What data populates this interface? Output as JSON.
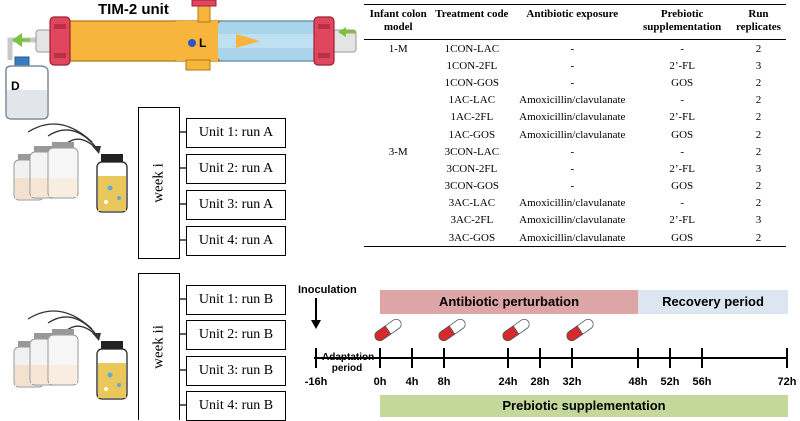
{
  "tim2": {
    "title": "TIM-2 unit",
    "label_l": "L",
    "label_d": "D"
  },
  "weeks": [
    {
      "label": "week i",
      "units": [
        "Unit 1: run A",
        "Unit 2: run A",
        "Unit 3: run A",
        "Unit 4: run A"
      ]
    },
    {
      "label": "week ii",
      "units": [
        "Unit 1: run B",
        "Unit 2: run B",
        "Unit 3: run B",
        "Unit 4: run B"
      ]
    }
  ],
  "table": {
    "headers": [
      "Infant colon model",
      "Treatment code",
      "Antibiotic exposure",
      "Prebiotic supplementation",
      "Run replicates"
    ],
    "rows": [
      [
        "1-M",
        "1CON-LAC",
        "-",
        "-",
        "2"
      ],
      [
        "",
        "1CON-2FL",
        "-",
        "2’-FL",
        "3"
      ],
      [
        "",
        "1CON-GOS",
        "-",
        "GOS",
        "2"
      ],
      [
        "",
        "1AC-LAC",
        "Amoxicillin/clavulanate",
        "-",
        "2"
      ],
      [
        "",
        "1AC-2FL",
        "Amoxicillin/clavulanate",
        "2’-FL",
        "2"
      ],
      [
        "",
        "1AC-GOS",
        "Amoxicillin/clavulanate",
        "GOS",
        "2"
      ],
      [
        "3-M",
        "3CON-LAC",
        "-",
        "-",
        "2"
      ],
      [
        "",
        "3CON-2FL",
        "-",
        "2’-FL",
        "3"
      ],
      [
        "",
        "3CON-GOS",
        "-",
        "GOS",
        "2"
      ],
      [
        "",
        "3AC-LAC",
        "Amoxicillin/clavulanate",
        "-",
        "2"
      ],
      [
        "",
        "3AC-2FL",
        "Amoxicillin/clavulanate",
        "2’-FL",
        "3"
      ],
      [
        "",
        "3AC-GOS",
        "Amoxicillin/clavulanate",
        "GOS",
        "2"
      ]
    ]
  },
  "timeline": {
    "inoculation": "Inoculation",
    "adaptation": [
      "Adaptation",
      "period"
    ],
    "antibiotic_bar": "Antibiotic perturbation",
    "recovery_bar": "Recovery period",
    "prebiotic_bar": "Prebiotic supplementation",
    "ticks": [
      "-16h",
      "0h",
      "4h",
      "8h",
      "24h",
      "28h",
      "32h",
      "48h",
      "52h",
      "56h",
      "72h"
    ],
    "pill_times": [
      "0h",
      "8h",
      "24h",
      "32h"
    ]
  },
  "colors": {
    "antibiotic": "#dea5a7",
    "recovery": "#dce6f1",
    "prebiotic": "#c4d89b",
    "tim_orange": "#f8b53d",
    "tim_blue": "#a9d4ea",
    "clamp": "#e0465e",
    "pill_red": "#d62a2a",
    "culture": "#e9c75a"
  }
}
